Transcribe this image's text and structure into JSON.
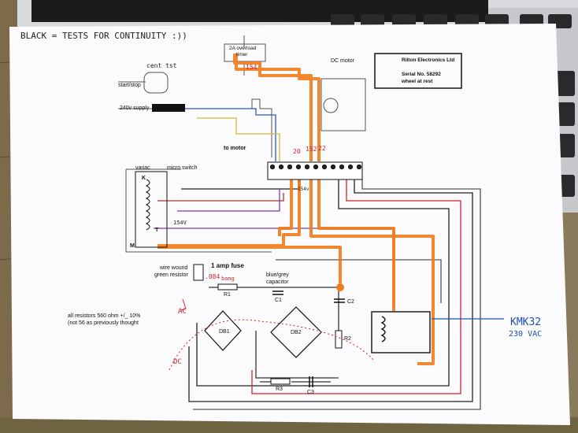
{
  "header_note": "BLACK = TESTS FOR CONTINUITY :))",
  "title_block": {
    "company": "Rilton Electronics Ltd",
    "serial": "Serial No. 58292",
    "status": "wheel at rest"
  },
  "components": {
    "overload": "2A overload",
    "overload_sub": "timer",
    "overload_note": "154",
    "dc_motor": "DC motor",
    "cent_tst": "cent tst",
    "start_stop": "start/stop",
    "supply": "240v supply",
    "to_motor": "to motor",
    "variac": "variac",
    "micro_switch": "micro switch",
    "k": "K",
    "t": "T",
    "m": "M",
    "v154": "154V",
    "v154b": "154v",
    "wire_wound": "wire wound",
    "green_resistor": "green resistor",
    "fuse": "1 amp fuse",
    "bang": "bang",
    "r084": ".084",
    "capacitor": "blue/grey",
    "capacitor2": "capacitor",
    "r1": "R1",
    "c1": "C1",
    "c2": "C2",
    "r2": "R2",
    "r3": "R3",
    "c3": "C3",
    "db1": "DB1",
    "db2": "DB2",
    "term_labels": [
      "20",
      "152",
      "22"
    ]
  },
  "notes": {
    "resistors_line1": "all resistors 560 ohm +/_ 10%",
    "resistors_line2": "(not 56 as previously thought",
    "ac": "AC",
    "dc": "DC",
    "relay": "KMK32",
    "relay_voltage": "230 VAC"
  }
}
